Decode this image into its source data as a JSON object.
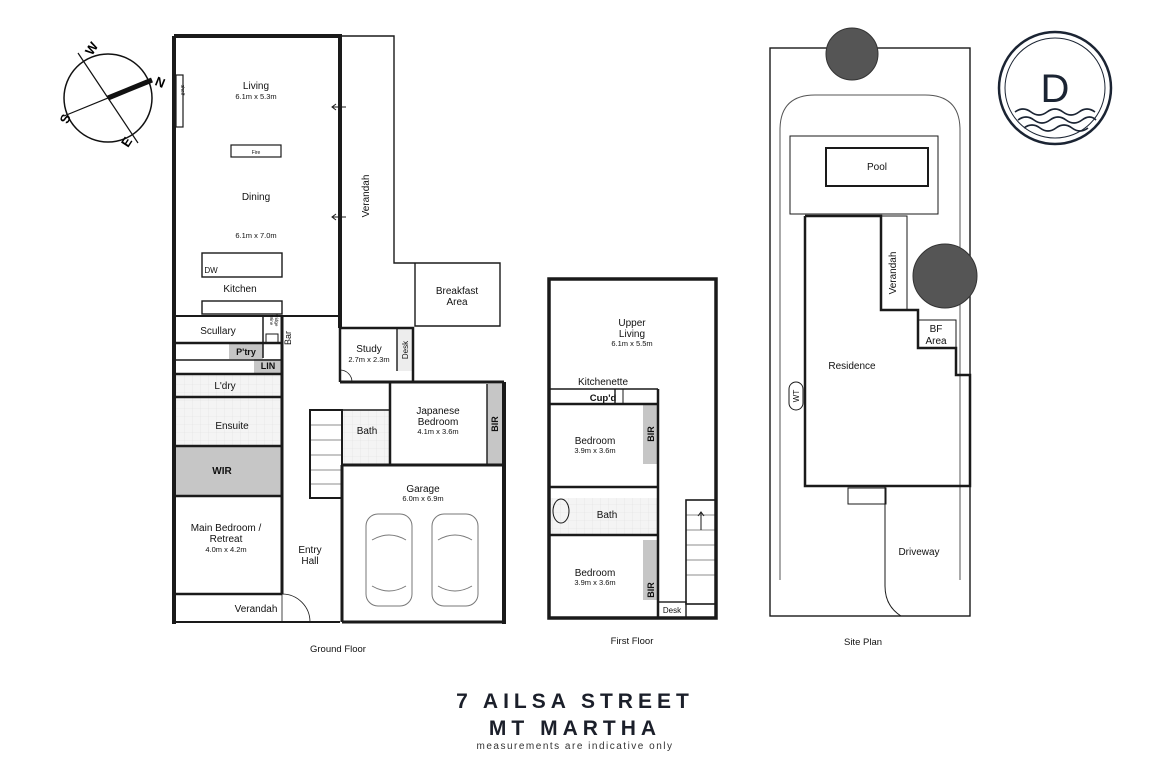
{
  "ground_floor": {
    "title": "Ground Floor",
    "rooms": {
      "living": "Living",
      "living_size": "6.1m x 5.3m",
      "shelf": "shelf",
      "fire": "Fire",
      "dining": "Dining",
      "dining_size": "6.1m x 7.0m",
      "dw": "DW",
      "kitchen": "Kitchen",
      "verandah_side": "Verandah",
      "breakfast_1": "Breakfast",
      "breakfast_2": "Area",
      "scullary": "Scullary",
      "wine_fridge_1": "Wine",
      "wine_fridge_2": "Fridge",
      "bar": "Bar",
      "ptry": "P'try",
      "lin": "LIN",
      "ldry": "L'dry",
      "ensuite": "Ensuite",
      "wir": "WIR",
      "main_bed_1": "Main Bedroom /",
      "main_bed_2": "Retreat",
      "main_bed_size": "4.0m x 4.2m",
      "entry_1": "Entry",
      "entry_2": "Hall",
      "verandah_front": "Verandah",
      "study": "Study",
      "study_size": "2.7m x 2.3m",
      "desk": "Desk",
      "bath": "Bath",
      "japanese_1": "Japanese",
      "japanese_2": "Bedroom",
      "japanese_size": "4.1m x 3.6m",
      "bir": "BIR",
      "garage": "Garage",
      "garage_size": "6.0m x 6.9m"
    }
  },
  "first_floor": {
    "title": "First Floor",
    "rooms": {
      "upper_1": "Upper",
      "upper_2": "Living",
      "upper_size": "6.1m x 5.5m",
      "kitchenette": "Kitchenette",
      "cupd": "Cup'd",
      "bed1": "Bedroom",
      "bed1_size": "3.9m x 3.6m",
      "bir1": "BIR",
      "bath": "Bath",
      "bed2": "Bedroom",
      "bed2_size": "3.9m x 3.6m",
      "bir2": "BIR",
      "desk": "Desk"
    }
  },
  "site_plan": {
    "title": "Site Plan",
    "labels": {
      "pool": "Pool",
      "verandah": "Verandah",
      "bf_1": "BF",
      "bf_2": "Area",
      "residence": "Residence",
      "wt": "WT",
      "driveway": "Driveway"
    }
  },
  "compass": {
    "n": "N",
    "s": "S",
    "e": "E",
    "w": "W"
  },
  "logo": {
    "letter": "D"
  },
  "address": {
    "line1": "7 AILSA STREET",
    "line2": "MT MARTHA",
    "note": "measurements are indicative only"
  },
  "colors": {
    "wall": "#1a1a1a",
    "grey_room": "#c8c8c8",
    "tile": "#f2f2f2",
    "logo": "#1b2433"
  }
}
